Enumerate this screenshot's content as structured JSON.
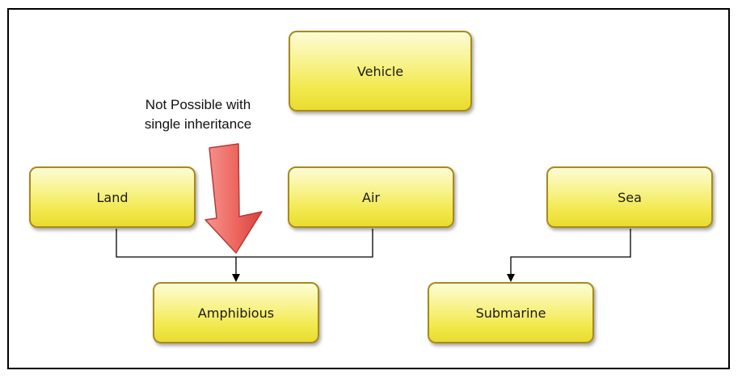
{
  "nodes": {
    "vehicle": "Vehicle",
    "land": "Land",
    "air": "Air",
    "sea": "Sea",
    "amphibious": "Amphibious",
    "submarine": "Submarine"
  },
  "annotation": {
    "line1": "Not Possible with",
    "line2": "single inheritance"
  },
  "colors": {
    "node_fill": "#f2e94d",
    "node_border": "#a88a17",
    "callout_arrow": "#e8554f"
  }
}
